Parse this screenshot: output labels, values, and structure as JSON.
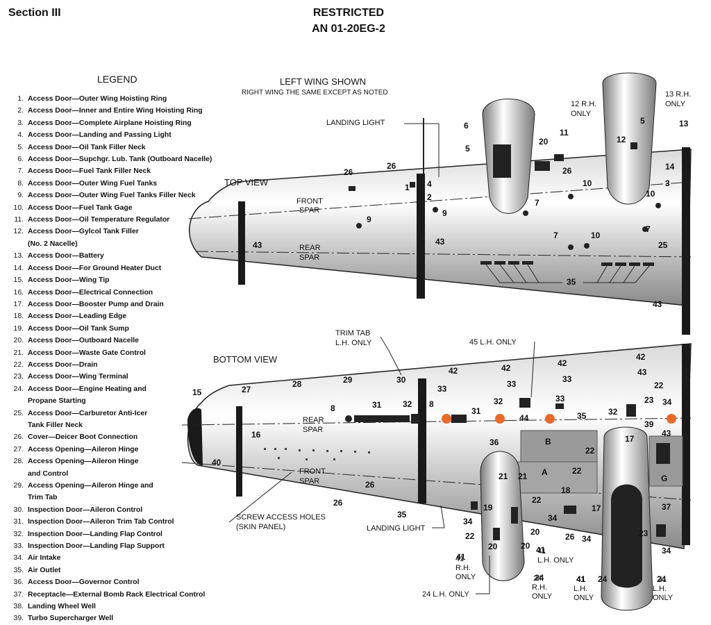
{
  "header": {
    "section": "Section III",
    "classification": "RESTRICTED",
    "doc_number": "AN 01-20EG-2"
  },
  "legend": {
    "title": "LEGEND",
    "items": [
      {
        "num": "1.",
        "text": "Access Door—Outer Wing Hoisting Ring"
      },
      {
        "num": "2.",
        "text": "Access Door—Inner and Entire Wing Hoisting Ring"
      },
      {
        "num": "3.",
        "text": "Access Door—Complete Airplane Hoisting Ring"
      },
      {
        "num": "4.",
        "text": "Access Door—Landing and Passing Light"
      },
      {
        "num": "5.",
        "text": "Access Door—Oil Tank Filler Neck"
      },
      {
        "num": "6.",
        "text": "Access Door—Supchgr. Lub. Tank (Outboard Nacelle)"
      },
      {
        "num": "7.",
        "text": "Access Door—Fuel Tank Filler Neck"
      },
      {
        "num": "8.",
        "text": "Access Door—Outer Wing Fuel Tanks"
      },
      {
        "num": "9.",
        "text": "Access Door—Outer Wing Fuel Tanks Filler Neck"
      },
      {
        "num": "10.",
        "text": "Access Door—Fuel Tank Gage"
      },
      {
        "num": "11.",
        "text": "Access Door—Oil Temperature Regulator"
      },
      {
        "num": "12.",
        "text": "Access Door—Gylcol Tank Filler"
      },
      {
        "num": "",
        "text": "(No. 2 Nacelle)"
      },
      {
        "num": "13.",
        "text": "Access Door—Battery"
      },
      {
        "num": "14.",
        "text": "Access Door—For Ground Heater Duct"
      },
      {
        "num": "15.",
        "text": "Access Door—Wing Tip"
      },
      {
        "num": "16.",
        "text": "Access Door—Electrical Connection"
      },
      {
        "num": "17.",
        "text": "Access Door—Booster Pump and Drain"
      },
      {
        "num": "18.",
        "text": "Access Door—Leading Edge"
      },
      {
        "num": "19.",
        "text": "Access Door—Oil Tank Sump"
      },
      {
        "num": "20.",
        "text": "Access Door—Outboard Nacelle"
      },
      {
        "num": "21.",
        "text": "Access Door—Waste Gate Control"
      },
      {
        "num": "22.",
        "text": "Access Door—Drain"
      },
      {
        "num": "23.",
        "text": "Access Door—Wing Terminal"
      },
      {
        "num": "24.",
        "text": "Access Door—Engine Heating and"
      },
      {
        "num": "",
        "text": "Propane Starting"
      },
      {
        "num": "25.",
        "text": "Access Door—Carburetor Anti-Icer"
      },
      {
        "num": "",
        "text": "Tank Filler Neck"
      },
      {
        "num": "26.",
        "text": "Cover—Deicer Boot Connection"
      },
      {
        "num": "27.",
        "text": "Access Opening—Aileron Hinge"
      },
      {
        "num": "28.",
        "text": "Access Opening—Aileron Hinge"
      },
      {
        "num": "",
        "text": "and Control"
      },
      {
        "num": "29.",
        "text": "Access Opening—Aileron Hinge and"
      },
      {
        "num": "",
        "text": "Trim Tab"
      },
      {
        "num": "30.",
        "text": "Inspection Door—Aileron Control"
      },
      {
        "num": "31.",
        "text": "Inspection Door—Aileron Trim Tab Control"
      },
      {
        "num": "32.",
        "text": "Inspection Door—Landing Flap Control"
      },
      {
        "num": "33.",
        "text": "Inspection Door—Landing Flap Support"
      },
      {
        "num": "34.",
        "text": "Air Intake"
      },
      {
        "num": "35.",
        "text": "Air Outlet"
      },
      {
        "num": "36.",
        "text": "Access Door—Governor Control"
      },
      {
        "num": "37.",
        "text": "Receptacle—External Bomb Rack Electrical Control"
      },
      {
        "num": "38.",
        "text": "Landing Wheel Well"
      },
      {
        "num": "39.",
        "text": "Turbo Supercharger Well"
      }
    ]
  },
  "diagram": {
    "title": "LEFT WING SHOWN",
    "subtitle": "RIGHT WING THE SAME EXCEPT AS NOTED",
    "top_view_label": "TOP VIEW",
    "bottom_view_label": "BOTTOM VIEW",
    "front_spar": [
      "FRONT",
      "SPAR"
    ],
    "rear_spar": [
      "REAR",
      "SPAR"
    ],
    "landing_light": "LANDING LIGHT",
    "landing_light_bottom": "LANDING LIGHT",
    "trim_tab": [
      "TRIM TAB",
      "L.H. ONLY"
    ],
    "screw_holes": [
      "SCREW ACCESS HOLES",
      "(SKIN PANEL)"
    ],
    "only_45": "45 L.H. ONLY",
    "only_12": [
      "12 R.H.",
      "ONLY"
    ],
    "only_13": [
      "13 R.H.",
      "ONLY"
    ],
    "only_24_bottom": "24 L.H. ONLY",
    "only_41_rh": [
      "41",
      "R.H.",
      "ONLY"
    ],
    "only_41_lh": [
      "41",
      "L.H. ONLY"
    ],
    "only_24_rh": [
      "24",
      "R.H.",
      "ONLY"
    ],
    "only_41_lh2": [
      "41",
      "L.H.",
      "ONLY"
    ],
    "only_41_lh3": [
      "41",
      "L.H.",
      "ONLY"
    ],
    "panel_letters": [
      "A",
      "B",
      "G"
    ],
    "top_callouts": [
      "26",
      "26",
      "4",
      "2",
      "1",
      "9",
      "9",
      "43",
      "43",
      "6",
      "5",
      "20",
      "11",
      "26",
      "10",
      "7",
      "12",
      "5",
      "13",
      "14",
      "3",
      "10",
      "7",
      "25",
      "7",
      "10",
      "35",
      "43"
    ],
    "bottom_callouts": [
      "15",
      "27",
      "28",
      "29",
      "30",
      "8",
      "31",
      "32",
      "8",
      "31",
      "32",
      "44",
      "33",
      "42",
      "33",
      "42",
      "33",
      "42",
      "33",
      "42",
      "43",
      "22",
      "35",
      "32",
      "23",
      "34",
      "39",
      "17",
      "43",
      "16",
      "40",
      "26",
      "26",
      "35",
      "36",
      "21",
      "21",
      "22",
      "22",
      "17",
      "18",
      "22",
      "19",
      "20",
      "20",
      "34",
      "34",
      "26",
      "34",
      "37",
      "22",
      "20",
      "23",
      "34",
      "41",
      "24",
      "41",
      "24",
      "41",
      "24"
    ],
    "accent_color": "#e86a2a"
  }
}
